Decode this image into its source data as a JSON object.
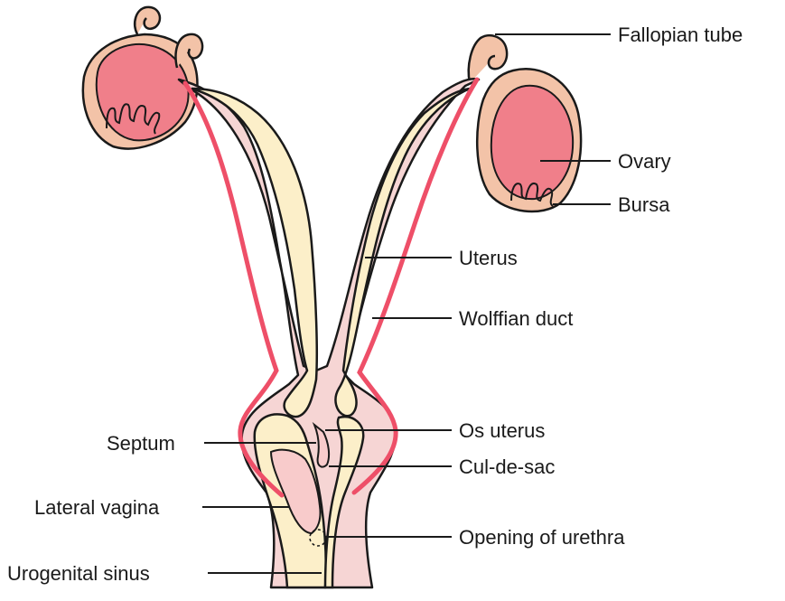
{
  "labels": {
    "fallopian_tube": "Fallopian tube",
    "ovary": "Ovary",
    "bursa": "Bursa",
    "uterus": "Uterus",
    "wolffian_duct": "Wolffian duct",
    "os_uterus": "Os uterus",
    "septum": "Septum",
    "cul_de_sac": "Cul-de-sac",
    "lateral_vagina": "Lateral vagina",
    "opening_of_urethra": "Opening of urethra",
    "urogenital_sinus": "Urogenital sinus"
  },
  "colors": {
    "ovary_pink": "#f07f8a",
    "bursa_peach": "#f3c3a8",
    "uterine_cream": "#fcefc9",
    "outer_tissue": "#f6d5d4",
    "wolffian_red": "#ee4f68",
    "sinus_pink": "#f8cbcb",
    "outline": "#1a1a1a"
  }
}
